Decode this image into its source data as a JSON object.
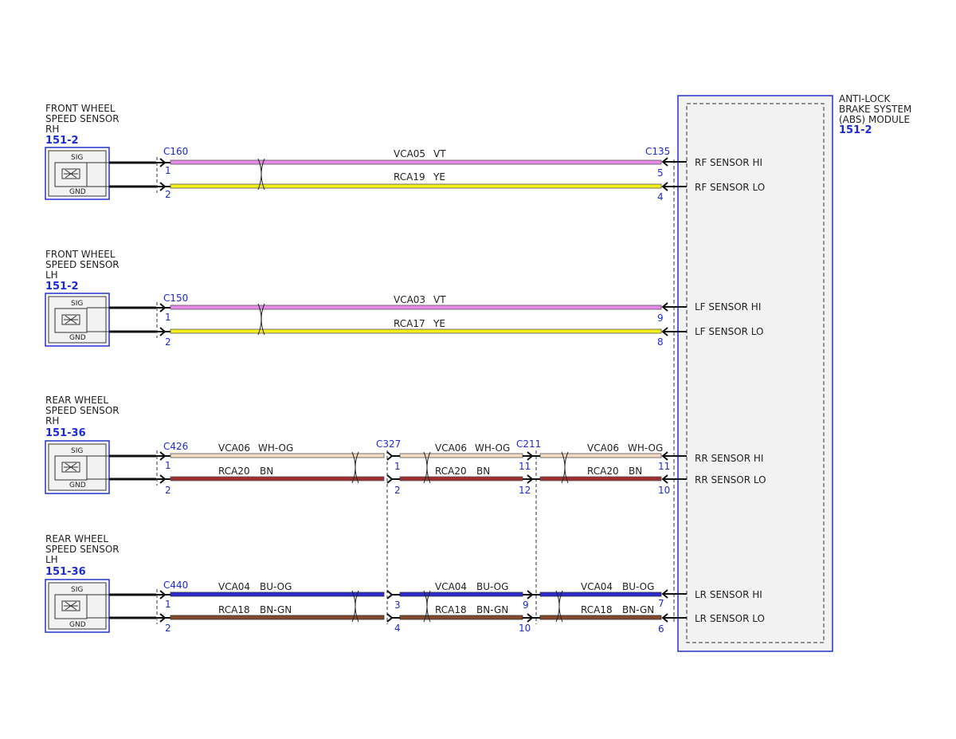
{
  "module": {
    "name_lines": [
      "ANTI-LOCK",
      "BRAKE SYSTEM",
      "(ABS) MODULE"
    ],
    "ref": "151-2",
    "signals": [
      "RF SENSOR HI",
      "RF SENSOR LO",
      "LF SENSOR HI",
      "LF SENSOR LO",
      "RR SENSOR HI",
      "RR SENSOR LO",
      "LR SENSOR HI",
      "LR SENSOR LO"
    ]
  },
  "sensor_box_labels": {
    "top": "SIG",
    "bottom": "GND"
  },
  "sensors": [
    {
      "name_lines": [
        "FRONT WHEEL",
        "SPEED SENSOR",
        "RH"
      ],
      "ref": "151-2",
      "connector": "C160",
      "pins": [
        "1",
        "2"
      ]
    },
    {
      "name_lines": [
        "FRONT WHEEL",
        "SPEED SENSOR",
        "LH"
      ],
      "ref": "151-2",
      "connector": "C150",
      "pins": [
        "1",
        "2"
      ]
    },
    {
      "name_lines": [
        "REAR WHEEL",
        "SPEED SENSOR",
        "RH"
      ],
      "ref": "151-36",
      "connector": "C426",
      "pins": [
        "1",
        "2"
      ]
    },
    {
      "name_lines": [
        "REAR WHEEL",
        "SPEED SENSOR",
        "LH"
      ],
      "ref": "151-36",
      "connector": "C440",
      "pins": [
        "1",
        "2"
      ]
    }
  ],
  "module_connector": {
    "label": "C135",
    "pins": [
      "5",
      "4",
      "9",
      "8",
      "11",
      "10",
      "7",
      "6"
    ]
  },
  "inline_connectors": [
    {
      "label": "C327",
      "pins": [
        "1",
        "2",
        "3",
        "4"
      ]
    },
    {
      "label": "C211",
      "pins": [
        "11",
        "12",
        "9",
        "10"
      ]
    }
  ],
  "wires": [
    {
      "circuit": "VCA05",
      "color_code": "VT",
      "color": "#e88ae8"
    },
    {
      "circuit": "RCA19",
      "color_code": "YE",
      "color": "#f2ee1c"
    },
    {
      "circuit": "VCA03",
      "color_code": "VT",
      "color": "#e88ae8"
    },
    {
      "circuit": "RCA17",
      "color_code": "YE",
      "color": "#f2ee1c"
    },
    {
      "circuit": "VCA06",
      "color_code": "WH-OG",
      "color": "#f3dcc2"
    },
    {
      "circuit": "RCA20",
      "color_code": "BN",
      "color": "#a02e2e"
    },
    {
      "circuit": "VCA04",
      "color_code": "BU-OG",
      "color": "#2a2ad0"
    },
    {
      "circuit": "RCA18",
      "color_code": "BN-GN",
      "color": "#86492c"
    }
  ]
}
